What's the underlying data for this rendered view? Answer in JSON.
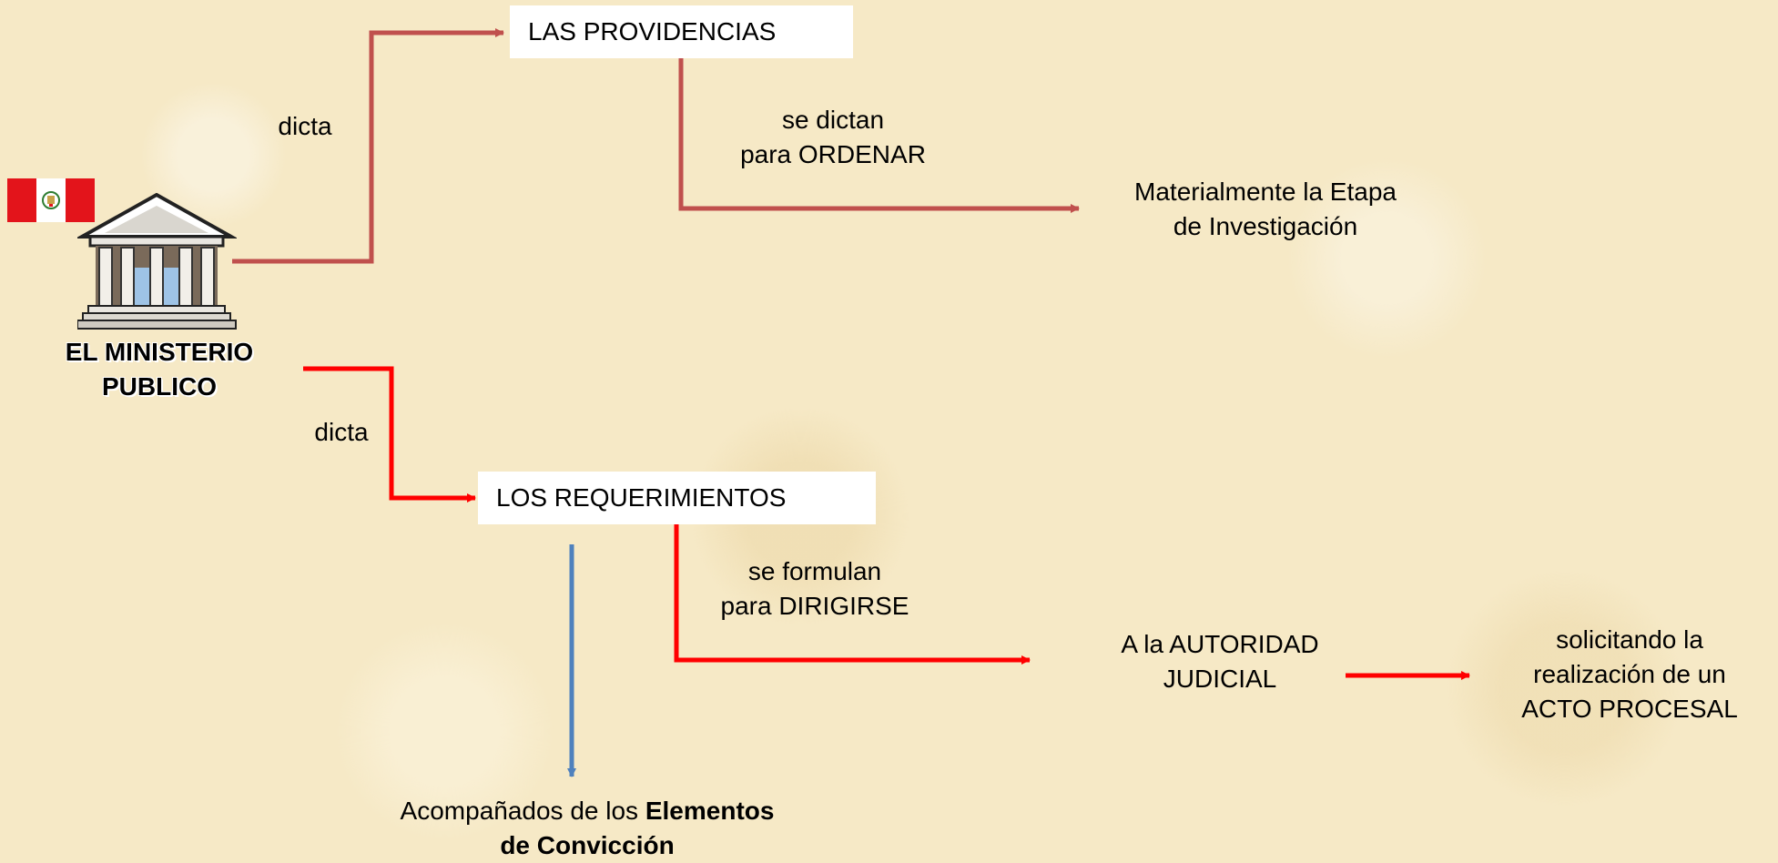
{
  "ministerio": {
    "line1": "EL MINISTERIO",
    "line2": "PUBLICO"
  },
  "providencias": {
    "title": "LAS PROVIDENCIAS",
    "edge_label": "dicta",
    "purpose_line1": "se dictan",
    "purpose_line2": "para ORDENAR",
    "target_line1": "Materialmente la Etapa",
    "target_line2": "de Investigación"
  },
  "requerimientos": {
    "title": "LOS REQUERIMIENTOS",
    "edge_label": "dicta",
    "purpose_line1": "se formulan",
    "purpose_line2": "para DIRIGIRSE",
    "target_line1": "A la AUTORIDAD",
    "target_line2": "JUDICIAL",
    "result_line1": "solicitando la",
    "result_line2": "realización de un",
    "result_line3": "ACTO PROCESAL",
    "evidence_prefix": "Acompañados de los",
    "evidence_bold1": "Elementos",
    "evidence_bold2": "de Convicción"
  },
  "colors": {
    "background": "#f6e9c6",
    "arrow_dark_red": "#c0504d",
    "arrow_red": "#ff0000",
    "arrow_blue": "#4f81bd",
    "flag_red": "#e3141b"
  },
  "icons": [
    "peru-flag-icon",
    "courthouse-icon"
  ]
}
